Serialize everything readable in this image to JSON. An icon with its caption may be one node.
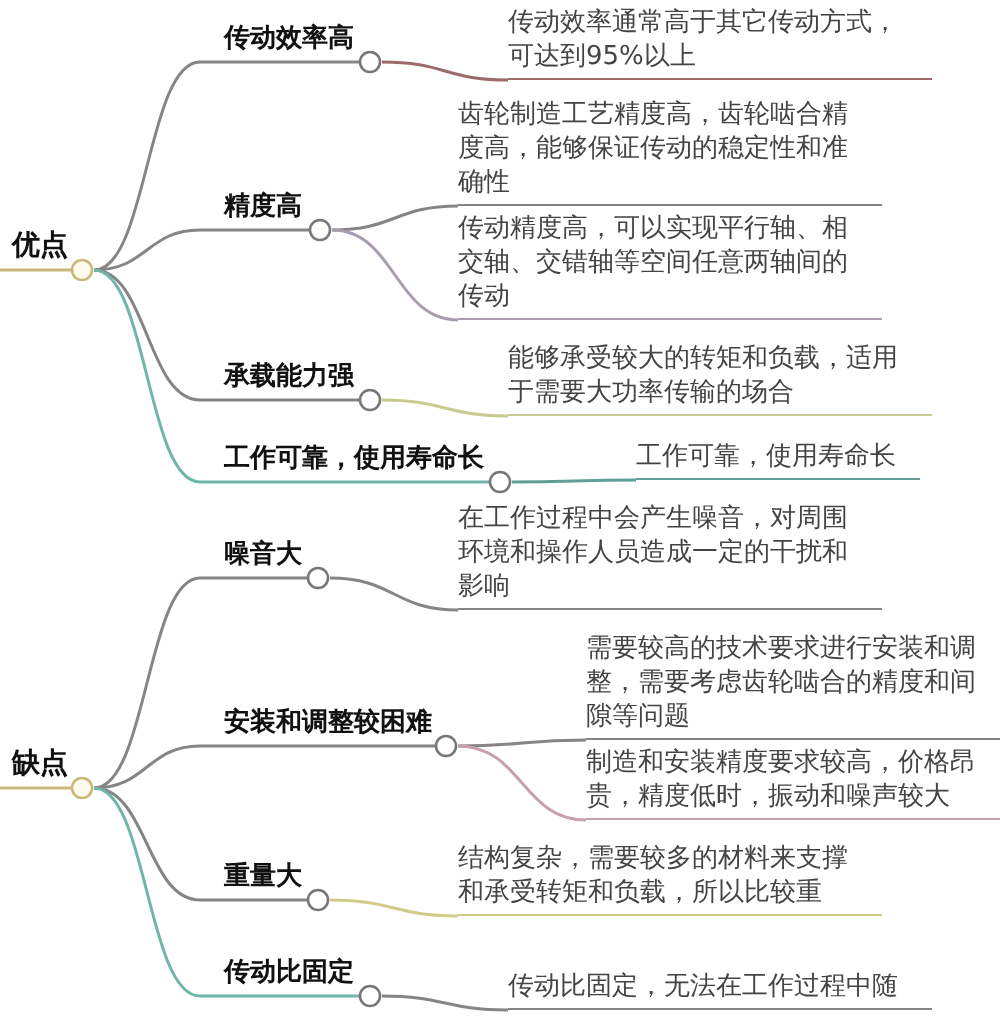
{
  "diagram": {
    "nodes": [
      {
        "text": [
          "优点"
        ]
      },
      {
        "text": [
          "传动效率高"
        ]
      },
      {
        "text": [
          "传动效率通常高于其它传动方式，可达到95%以上"
        ]
      },
      {
        "text": [
          "精度高"
        ]
      },
      {
        "text": [
          "齿轮制造工艺精度高，齿轮啮合精度高，能够保证传动的稳定性和准确性"
        ]
      },
      {
        "text": [
          "传动精度高，可以实现平行轴、相交轴、交错轴等空间任意两轴间的传动"
        ]
      },
      {
        "text": [
          "承载能力强"
        ]
      },
      {
        "text": [
          "能够承受较大的转矩和负载，适用于需要大功率传输的场合"
        ]
      },
      {
        "text": [
          "工作可靠，使用寿命长"
        ]
      },
      {
        "text": [
          "工作可靠，使用寿命长"
        ]
      },
      {
        "text": [
          "缺点"
        ]
      },
      {
        "text": [
          "噪音大"
        ]
      },
      {
        "text": [
          "在工作过程中会产生噪音，对周围环境和操作人员造成一定的干扰和影响"
        ]
      },
      {
        "text": [
          "安装和调整较困难"
        ]
      },
      {
        "text": [
          "需要较高的技术要求进行安装和调整，需要考虑齿轮啮合的精度和间隙等问题"
        ]
      },
      {
        "text": [
          "制造和安装精度要求较高，价格昂贵，精度低时，振动和噪声较大"
        ]
      },
      {
        "text": [
          "重量大"
        ]
      },
      {
        "text": [
          "结构复杂，需要较多的材料来支撑和承受转矩和负载，所以比较重"
        ]
      },
      {
        "text": [
          "传动比固定"
        ]
      },
      {
        "text": [
          "传动比固定，无法在工作过程中随"
        ]
      }
    ],
    "edges": [
      {
        "from": 0,
        "to": 1,
        "arrow": "none"
      },
      {
        "from": 1,
        "to": 2,
        "arrow": "none",
        "color": "#9a6b6b"
      },
      {
        "from": 0,
        "to": 3,
        "arrow": "none"
      },
      {
        "from": 3,
        "to": 4,
        "arrow": "none"
      },
      {
        "from": 3,
        "to": 5,
        "arrow": "none",
        "color": "#a89cae"
      },
      {
        "from": 0,
        "to": 6,
        "arrow": "none"
      },
      {
        "from": 6,
        "to": 7,
        "arrow": "none",
        "color": "#c8cb90"
      },
      {
        "from": 0,
        "to": 8,
        "arrow": "none",
        "color": "#6fb5a8"
      },
      {
        "from": 8,
        "to": 9,
        "arrow": "none",
        "color": "#5f9f95"
      },
      {
        "from": 10,
        "to": 11,
        "arrow": "none"
      },
      {
        "from": 11,
        "to": 12,
        "arrow": "none"
      },
      {
        "from": 10,
        "to": 13,
        "arrow": "none"
      },
      {
        "from": 13,
        "to": 14,
        "arrow": "none"
      },
      {
        "from": 13,
        "to": 15,
        "arrow": "none",
        "color": "#c8a0aa"
      },
      {
        "from": 10,
        "to": 16,
        "arrow": "none"
      },
      {
        "from": 16,
        "to": 17,
        "arrow": "none",
        "color": "#d0cc88"
      },
      {
        "from": 10,
        "to": 18,
        "arrow": "none",
        "color": "#6fb5a8"
      },
      {
        "from": 18,
        "to": 19,
        "arrow": "none"
      }
    ]
  }
}
